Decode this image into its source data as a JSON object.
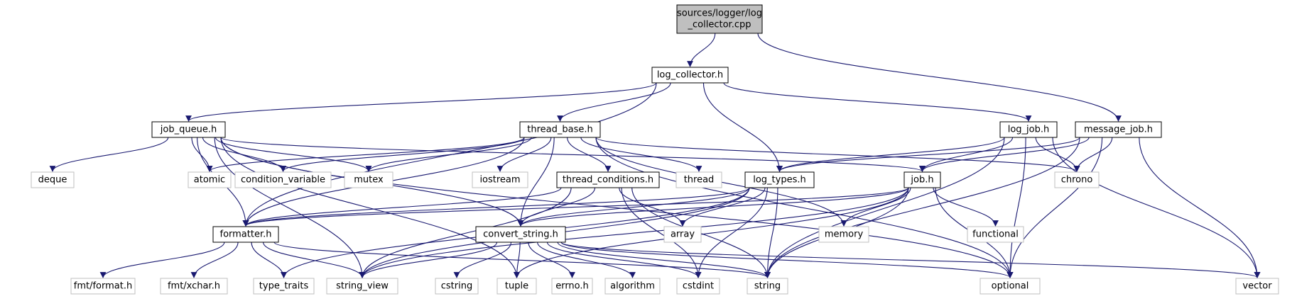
{
  "graph": {
    "colors": {
      "edge": "#191970",
      "root_fill": "#bfbfbf",
      "local_border": "#000000",
      "system_border": "#bfbfbf"
    },
    "nodes": [
      {
        "id": "root",
        "kind": "root",
        "lines": [
          "sources/logger/log",
          "_collector.cpp"
        ]
      },
      {
        "id": "log_collector_h",
        "kind": "local",
        "lines": [
          "log_collector.h"
        ]
      },
      {
        "id": "job_queue_h",
        "kind": "local",
        "lines": [
          "job_queue.h"
        ]
      },
      {
        "id": "thread_base_h",
        "kind": "local",
        "lines": [
          "thread_base.h"
        ]
      },
      {
        "id": "log_job_h",
        "kind": "local",
        "lines": [
          "log_job.h"
        ]
      },
      {
        "id": "message_job_h",
        "kind": "local",
        "lines": [
          "message_job.h"
        ]
      },
      {
        "id": "deque",
        "kind": "system",
        "lines": [
          "deque"
        ]
      },
      {
        "id": "atomic",
        "kind": "system",
        "lines": [
          "atomic"
        ]
      },
      {
        "id": "condition_variable",
        "kind": "system",
        "lines": [
          "condition_variable"
        ]
      },
      {
        "id": "mutex",
        "kind": "system",
        "lines": [
          "mutex"
        ]
      },
      {
        "id": "iostream",
        "kind": "system",
        "lines": [
          "iostream"
        ]
      },
      {
        "id": "thread_conditions_h",
        "kind": "local",
        "lines": [
          "thread_conditions.h"
        ]
      },
      {
        "id": "thread",
        "kind": "system",
        "lines": [
          "thread"
        ]
      },
      {
        "id": "log_types_h",
        "kind": "local",
        "lines": [
          "log_types.h"
        ]
      },
      {
        "id": "job_h",
        "kind": "local",
        "lines": [
          "job.h"
        ]
      },
      {
        "id": "chrono",
        "kind": "system",
        "lines": [
          "chrono"
        ]
      },
      {
        "id": "formatter_h",
        "kind": "local",
        "lines": [
          "formatter.h"
        ]
      },
      {
        "id": "convert_string_h",
        "kind": "local",
        "lines": [
          "convert_string.h"
        ]
      },
      {
        "id": "array",
        "kind": "system",
        "lines": [
          "array"
        ]
      },
      {
        "id": "memory",
        "kind": "system",
        "lines": [
          "memory"
        ]
      },
      {
        "id": "functional",
        "kind": "system",
        "lines": [
          "functional"
        ]
      },
      {
        "id": "fmt_format_h",
        "kind": "system",
        "lines": [
          "fmt/format.h"
        ]
      },
      {
        "id": "fmt_xchar_h",
        "kind": "system",
        "lines": [
          "fmt/xchar.h"
        ]
      },
      {
        "id": "type_traits",
        "kind": "system",
        "lines": [
          "type_traits"
        ]
      },
      {
        "id": "string_view",
        "kind": "system",
        "lines": [
          "string_view"
        ]
      },
      {
        "id": "cstring",
        "kind": "system",
        "lines": [
          "cstring"
        ]
      },
      {
        "id": "tuple",
        "kind": "system",
        "lines": [
          "tuple"
        ]
      },
      {
        "id": "errno_h",
        "kind": "system",
        "lines": [
          "errno.h"
        ]
      },
      {
        "id": "algorithm",
        "kind": "system",
        "lines": [
          "algorithm"
        ]
      },
      {
        "id": "cstdint",
        "kind": "system",
        "lines": [
          "cstdint"
        ]
      },
      {
        "id": "string",
        "kind": "system",
        "lines": [
          "string"
        ]
      },
      {
        "id": "optional",
        "kind": "system",
        "lines": [
          "optional"
        ]
      },
      {
        "id": "vector",
        "kind": "system",
        "lines": [
          "vector"
        ]
      }
    ],
    "edges": [
      [
        "root",
        "log_collector_h"
      ],
      [
        "root",
        "message_job_h"
      ],
      [
        "log_collector_h",
        "job_queue_h"
      ],
      [
        "log_collector_h",
        "thread_base_h"
      ],
      [
        "log_collector_h",
        "log_job_h"
      ],
      [
        "log_collector_h",
        "log_types_h"
      ],
      [
        "log_collector_h",
        "formatter_h"
      ],
      [
        "job_queue_h",
        "deque"
      ],
      [
        "job_queue_h",
        "atomic"
      ],
      [
        "job_queue_h",
        "condition_variable"
      ],
      [
        "job_queue_h",
        "mutex"
      ],
      [
        "job_queue_h",
        "job_h"
      ],
      [
        "job_queue_h",
        "formatter_h"
      ],
      [
        "job_queue_h",
        "convert_string_h"
      ],
      [
        "job_queue_h",
        "optional"
      ],
      [
        "job_queue_h",
        "string_view"
      ],
      [
        "job_queue_h",
        "tuple"
      ],
      [
        "thread_base_h",
        "atomic"
      ],
      [
        "thread_base_h",
        "condition_variable"
      ],
      [
        "thread_base_h",
        "mutex"
      ],
      [
        "thread_base_h",
        "iostream"
      ],
      [
        "thread_base_h",
        "thread_conditions_h"
      ],
      [
        "thread_base_h",
        "thread"
      ],
      [
        "thread_base_h",
        "chrono"
      ],
      [
        "thread_base_h",
        "memory"
      ],
      [
        "thread_base_h",
        "optional"
      ],
      [
        "thread_base_h",
        "formatter_h"
      ],
      [
        "thread_base_h",
        "convert_string_h"
      ],
      [
        "log_job_h",
        "log_types_h"
      ],
      [
        "log_job_h",
        "job_h"
      ],
      [
        "log_job_h",
        "chrono"
      ],
      [
        "log_job_h",
        "optional"
      ],
      [
        "log_job_h",
        "vector"
      ],
      [
        "log_job_h",
        "string"
      ],
      [
        "message_job_h",
        "log_types_h"
      ],
      [
        "message_job_h",
        "job_h"
      ],
      [
        "message_job_h",
        "chrono"
      ],
      [
        "message_job_h",
        "optional"
      ],
      [
        "message_job_h",
        "vector"
      ],
      [
        "message_job_h",
        "string"
      ],
      [
        "thread_conditions_h",
        "formatter_h"
      ],
      [
        "thread_conditions_h",
        "convert_string_h"
      ],
      [
        "thread_conditions_h",
        "array"
      ],
      [
        "thread_conditions_h",
        "string_view"
      ],
      [
        "thread_conditions_h",
        "cstdint"
      ],
      [
        "thread_conditions_h",
        "string"
      ],
      [
        "log_types_h",
        "formatter_h"
      ],
      [
        "log_types_h",
        "convert_string_h"
      ],
      [
        "log_types_h",
        "array"
      ],
      [
        "log_types_h",
        "string"
      ],
      [
        "log_types_h",
        "string_view"
      ],
      [
        "log_types_h",
        "cstdint"
      ],
      [
        "log_types_h",
        "type_traits"
      ],
      [
        "job_h",
        "formatter_h"
      ],
      [
        "job_h",
        "convert_string_h"
      ],
      [
        "job_h",
        "memory"
      ],
      [
        "job_h",
        "functional"
      ],
      [
        "job_h",
        "optional"
      ],
      [
        "job_h",
        "string"
      ],
      [
        "job_h",
        "string_view"
      ],
      [
        "job_h",
        "tuple"
      ],
      [
        "formatter_h",
        "fmt_format_h"
      ],
      [
        "formatter_h",
        "fmt_xchar_h"
      ],
      [
        "formatter_h",
        "type_traits"
      ],
      [
        "formatter_h",
        "string_view"
      ],
      [
        "formatter_h",
        "string"
      ],
      [
        "convert_string_h",
        "string_view"
      ],
      [
        "convert_string_h",
        "cstring"
      ],
      [
        "convert_string_h",
        "tuple"
      ],
      [
        "convert_string_h",
        "errno_h"
      ],
      [
        "convert_string_h",
        "algorithm"
      ],
      [
        "convert_string_h",
        "cstdint"
      ],
      [
        "convert_string_h",
        "string"
      ],
      [
        "convert_string_h",
        "optional"
      ],
      [
        "convert_string_h",
        "vector"
      ]
    ]
  }
}
